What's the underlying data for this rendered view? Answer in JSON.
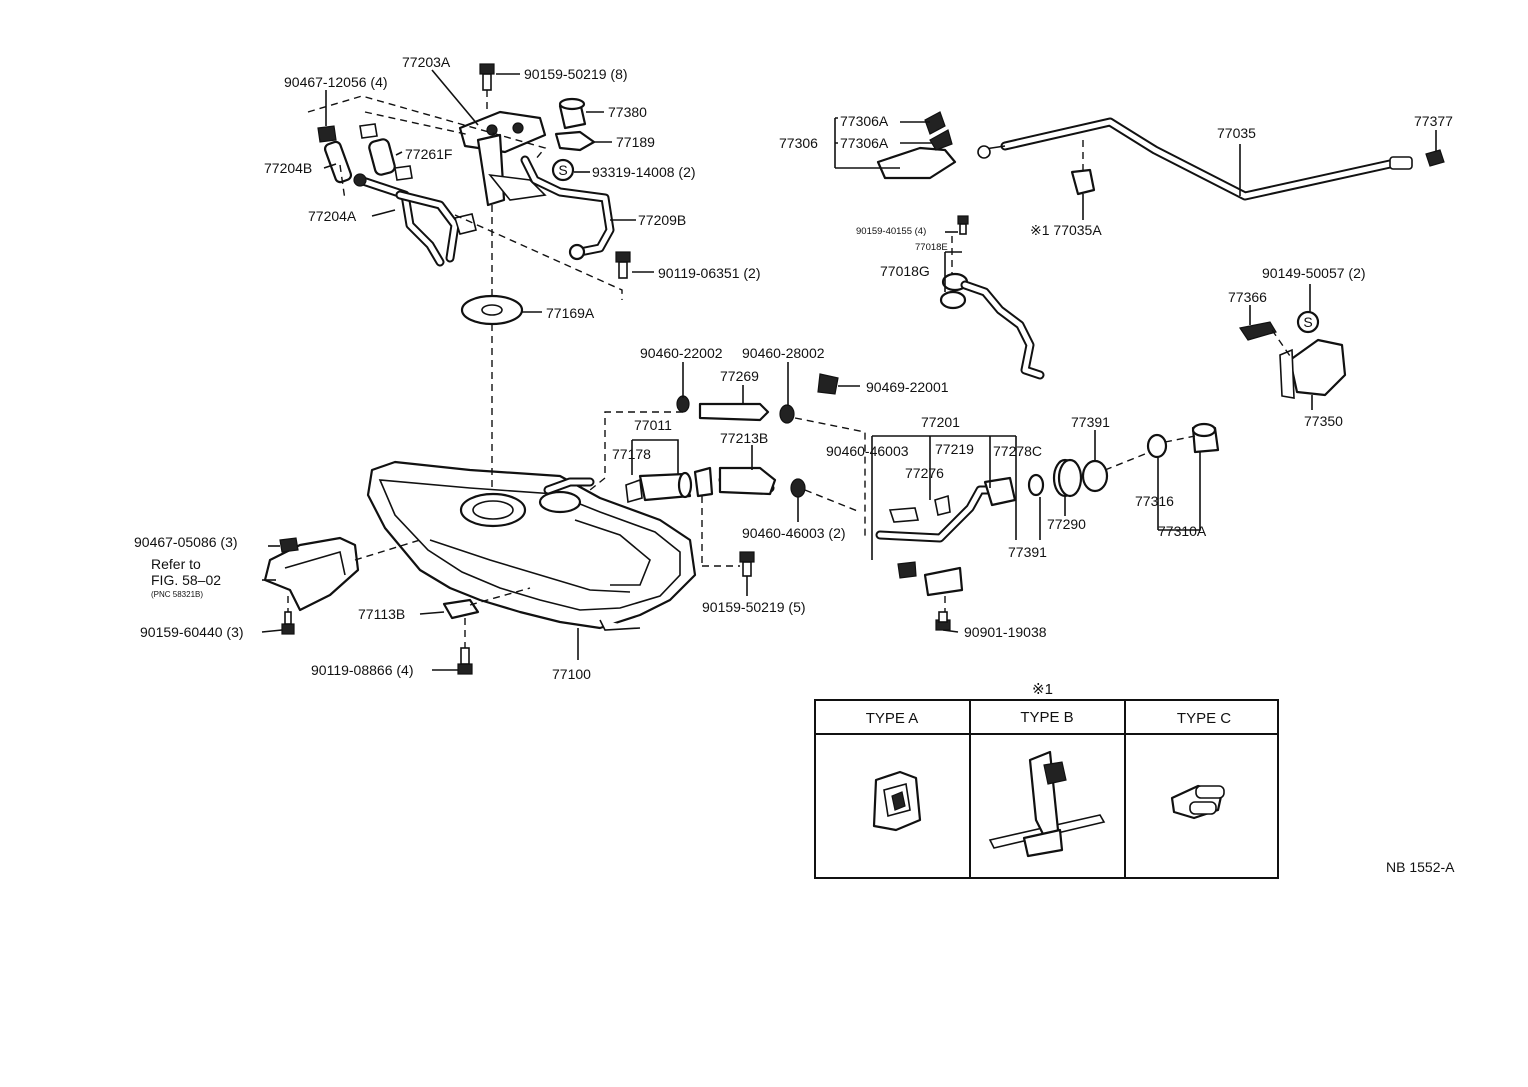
{
  "labels": {
    "p77203A": "77203A",
    "p90159_50219_8": "90159-50219 (8)",
    "p90467_12056": "90467-12056 (4)",
    "p77380": "77380",
    "p77189": "77189",
    "p77261F": "77261F",
    "p77204B": "77204B",
    "s_mark_1": "S",
    "p93319_14008": "93319-14008 (2)",
    "p77204A": "77204A",
    "p77209B": "77209B",
    "p90119_06351": "90119-06351 (2)",
    "p77169A": "77169A",
    "p77306A_1": "77306A",
    "p77306": "77306",
    "p77306A_2": "77306A",
    "p77035": "77035",
    "p77377": "77377",
    "p77035A": "※1 77035A",
    "p90159_40155": "90159-40155 (4)",
    "p77018E": "77018E",
    "p77018G": "77018G",
    "p90149_50057": "90149-50057 (2)",
    "p77366": "77366",
    "s_mark_2": "S",
    "p77350": "77350",
    "p90460_22002": "90460-22002",
    "p90460_28002": "90460-28002",
    "p77269": "77269",
    "p90469_22001": "90469-22001",
    "p77201": "77201",
    "p77391_a": "77391",
    "p77011": "77011",
    "p77213B": "77213B",
    "p90460_46003_a": "90460-46003",
    "p77219": "77219",
    "p77278C": "77278C",
    "p77178": "77178",
    "p77276": "77276",
    "p77316": "77316",
    "p77290": "77290",
    "p77310A": "77310A",
    "p90460_46003_b": "90460-46003 (2)",
    "p77391_b": "77391",
    "p90467_05086": "90467-05086 (3)",
    "refer1": "Refer to",
    "refer2": "FIG. 58–02",
    "refer3": "(PNC 58321B)",
    "p90159_60440": "90159-60440 (3)",
    "p77113B": "77113B",
    "p90159_50219_5": "90159-50219 (5)",
    "p90901_19038": "90901-19038",
    "p90119_08866": "90119-08866 (4)",
    "p77100": "77100",
    "note_mark": "※1",
    "figure_code": "NB 1552-A"
  },
  "type_table": {
    "headers": [
      "TYPE A",
      "TYPE B",
      "TYPE C"
    ]
  }
}
